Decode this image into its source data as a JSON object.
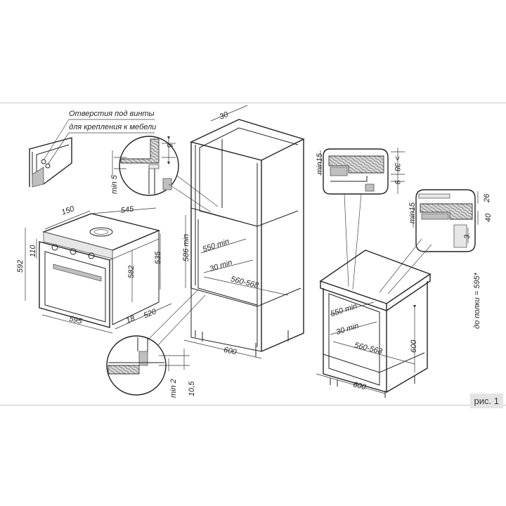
{
  "figure_label": "рис. 1",
  "notes": {
    "screw_holes_line1": "Отверстия под винты",
    "screw_holes_line2": "для крепления к мебели"
  },
  "oven": {
    "dim_top_width": "545",
    "dim_top_depth": "150",
    "dim_height_left": "592",
    "dim_panel": "110",
    "dim_cavity_height": "582",
    "dim_side_height": "535",
    "dim_width": "595",
    "dim_door": "18",
    "dim_depth": "520"
  },
  "detail_top_left": {
    "dim_gap": "5",
    "dim_min": "min 5"
  },
  "detail_bottom_left": {
    "dim_min": "min 2",
    "dim_height": "10,5"
  },
  "tall_cabinet": {
    "dim_top": "30",
    "dim_height": "586 min",
    "dim_depth_min": "550 min",
    "dim_gap": "30 min",
    "dim_width_range": "560-568",
    "dim_width": "600"
  },
  "detail_right1": {
    "dim_min": "min15",
    "dim_38": "> 38",
    "dim_9": "9"
  },
  "detail_right2": {
    "dim_26": "26",
    "dim_min": "min15",
    "dim_40": "40",
    "dim_3": "3",
    "note": "до полки = 595*"
  },
  "base_cabinet": {
    "dim_depth_min": "550 min",
    "dim_gap": "30 min",
    "dim_width_range": "560-568",
    "dim_height": "600",
    "dim_width": "600"
  }
}
